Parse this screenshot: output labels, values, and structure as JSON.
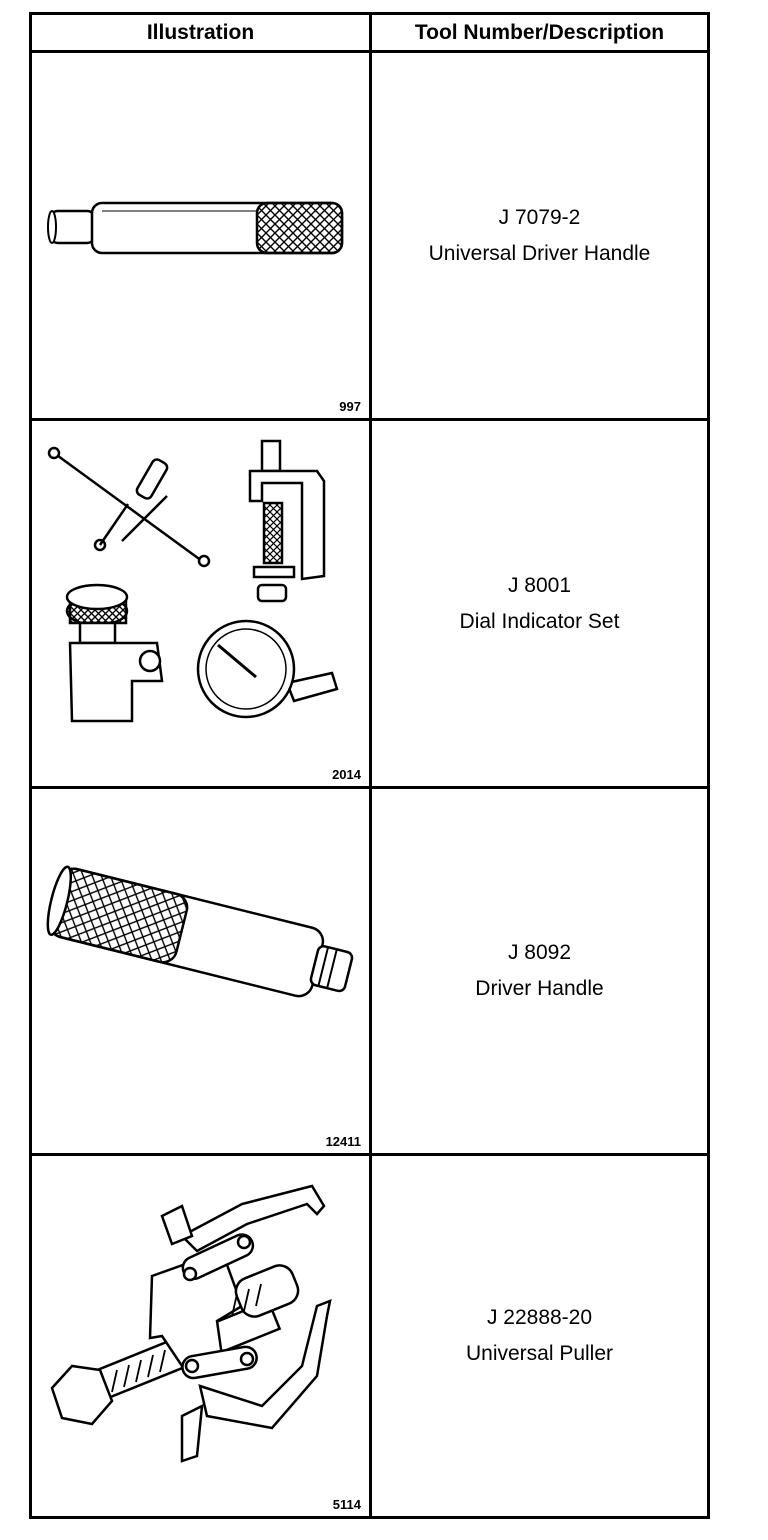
{
  "header": {
    "illustration_label": "Illustration",
    "tool_label": "Tool Number/Description"
  },
  "rows": [
    {
      "figure_number": "997",
      "tool_number": "J 7079-2",
      "description": "Universal Driver Handle"
    },
    {
      "figure_number": "2014",
      "tool_number": "J 8001",
      "description": "Dial Indicator Set"
    },
    {
      "figure_number": "12411",
      "tool_number": "J 8092",
      "description": "Driver Handle"
    },
    {
      "figure_number": "5114",
      "tool_number": "J 22888-20",
      "description": "Universal Puller"
    }
  ]
}
